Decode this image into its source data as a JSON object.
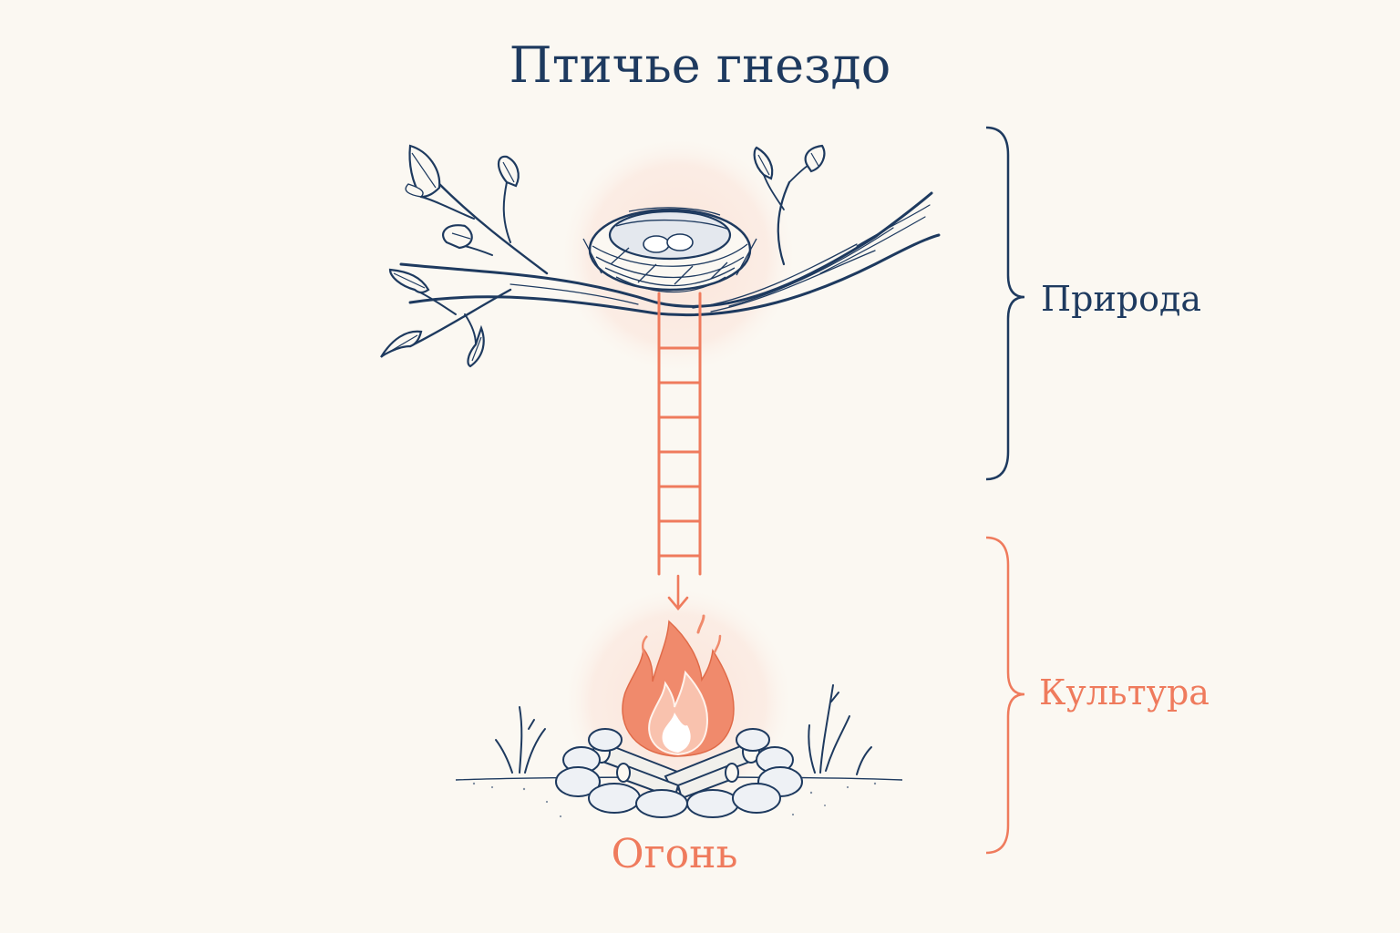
{
  "title": "Птичье гнездо",
  "nature_label": "Природа",
  "culture_label": "Культура",
  "fire_label": "Огонь",
  "colors": {
    "navy": "#1e3a5f",
    "coral": "#ef7b5d",
    "background": "#fbf8f2",
    "glow": "#fbe6dc"
  },
  "icons": [
    "branch-icon",
    "leaf-icon",
    "nest-icon",
    "egg-icon",
    "ladder-icon",
    "down-arrow-icon",
    "campfire-icon",
    "stone-icon",
    "grass-icon"
  ]
}
